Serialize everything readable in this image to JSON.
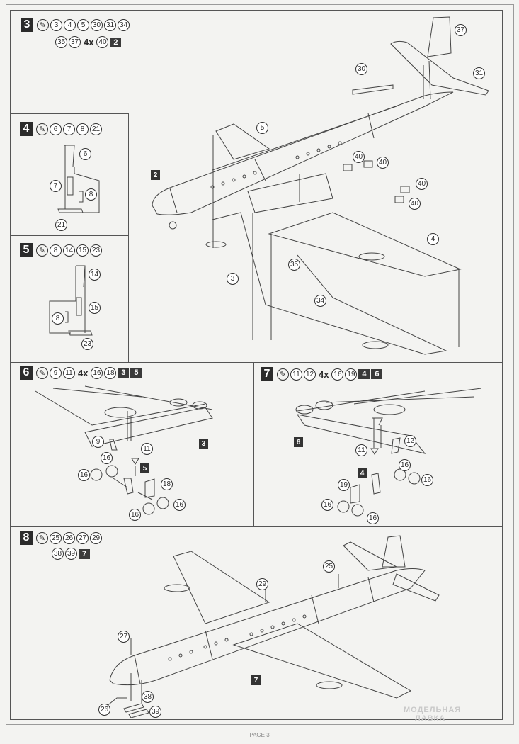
{
  "page": {
    "footer": "PAGE 3",
    "watermark": [
      "МОДЕЛЬНАЯ",
      "ЛАВКА"
    ]
  },
  "icons": {
    "glue": "glue-tube-icon"
  },
  "steps": [
    {
      "id": "3",
      "parts": [
        "3",
        "4",
        "5",
        "30",
        "31",
        "34"
      ],
      "parts_row2": [
        "35",
        "37"
      ],
      "qty_label": "4x",
      "qty_parts": [
        "40"
      ],
      "refs": [
        "2"
      ],
      "callouts": {
        "c37": "37",
        "c31": "31",
        "c30": "30",
        "c5": "5",
        "c40a": "40",
        "c40b": "40",
        "c40c": "40",
        "c40d": "40",
        "c4": "4",
        "c3": "3",
        "c35": "35",
        "c34": "34"
      },
      "sub": {
        "s2": "2"
      }
    },
    {
      "id": "4",
      "parts": [
        "6",
        "7",
        "8",
        "21"
      ],
      "callouts": {
        "c6": "6",
        "c7": "7",
        "c8": "8",
        "c21": "21"
      }
    },
    {
      "id": "5",
      "parts": [
        "8",
        "14",
        "15",
        "23"
      ],
      "callouts": {
        "c14": "14",
        "c15": "15",
        "c8": "8",
        "c23": "23"
      }
    },
    {
      "id": "6",
      "parts": [
        "9",
        "11"
      ],
      "qty_label": "4x",
      "qty_parts": [
        "16",
        "18"
      ],
      "refs": [
        "3",
        "5"
      ],
      "callouts": {
        "c9": "9",
        "c11": "11",
        "c16a": "16",
        "c16b": "16",
        "c18": "18",
        "c16c": "16",
        "c16d": "16"
      },
      "sub": {
        "s3": "3",
        "s5": "5"
      }
    },
    {
      "id": "7",
      "parts": [
        "11",
        "12"
      ],
      "qty_label": "4x",
      "qty_parts": [
        "16",
        "19"
      ],
      "refs": [
        "4",
        "6"
      ],
      "callouts": {
        "c12": "12",
        "c11": "11",
        "c16a": "16",
        "c16b": "16",
        "c19": "19",
        "c16c": "16",
        "c16d": "16"
      },
      "sub": {
        "s6": "6",
        "s4": "4"
      }
    },
    {
      "id": "8",
      "parts": [
        "25",
        "26",
        "27",
        "29"
      ],
      "parts_row2": [
        "38",
        "39"
      ],
      "refs": [
        "7"
      ],
      "callouts": {
        "c25": "25",
        "c29": "29",
        "c27": "27",
        "c38": "38",
        "c26": "26",
        "c39": "39"
      },
      "sub": {
        "s7": "7"
      }
    }
  ]
}
